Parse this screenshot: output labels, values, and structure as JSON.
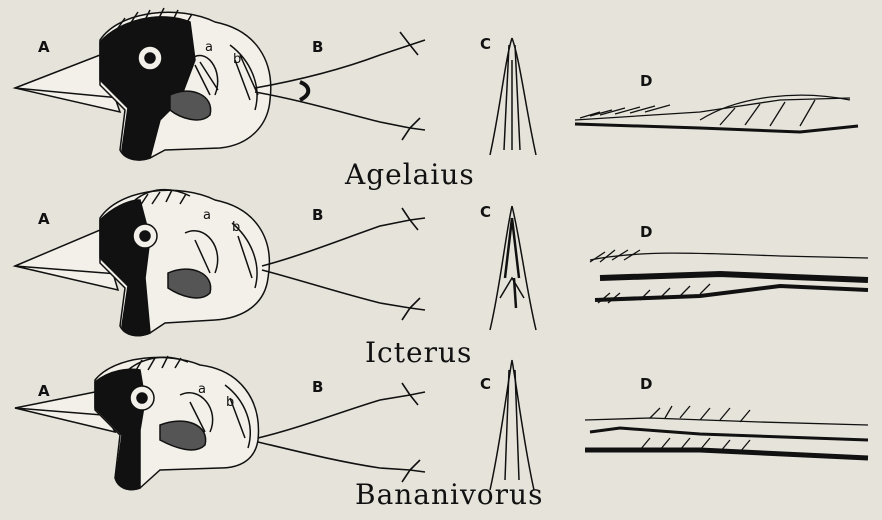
{
  "rows": [
    {
      "genus": "Agelaius",
      "labels": {
        "a": "A",
        "b": "B",
        "c": "C",
        "d": "D",
        "small_a": "a",
        "small_b": "b"
      }
    },
    {
      "genus": "Icterus",
      "labels": {
        "a": "A",
        "b": "B",
        "c": "C",
        "d": "D",
        "small_a": "a",
        "small_b": "b"
      }
    },
    {
      "genus": "Bananivorus",
      "labels": {
        "a": "A",
        "b": "B",
        "c": "C",
        "d": "D",
        "small_a": "a",
        "small_b": "b"
      }
    }
  ],
  "colors": {
    "paper": "#e6e4da",
    "ink": "#111111"
  }
}
